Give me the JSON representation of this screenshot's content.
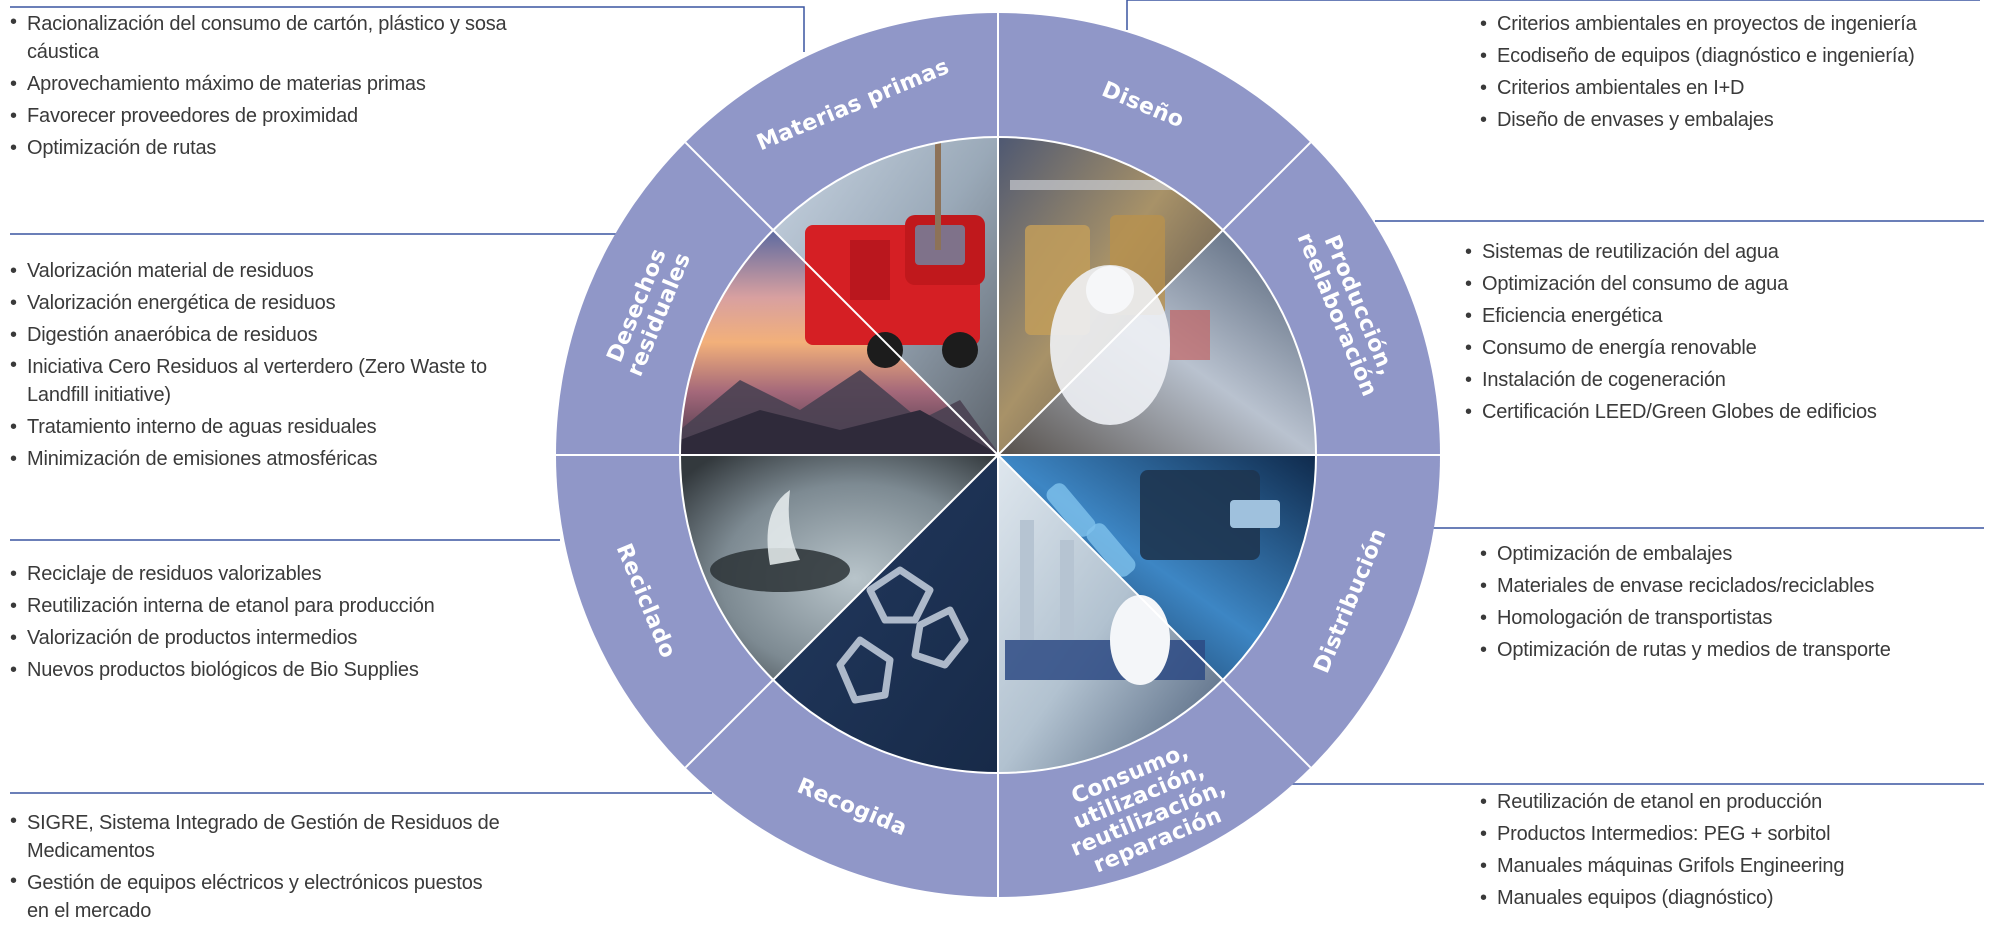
{
  "colors": {
    "ring": "#9097c8",
    "ring_divider": "#ffffff",
    "connector_line": "#3a55a0",
    "text": "#3a3a3a",
    "label_text": "#ffffff"
  },
  "segments": [
    {
      "id": "materias-primas",
      "label": "Materias primas",
      "lines": [
        "Materias primas"
      ],
      "photo": "red-truck-icon"
    },
    {
      "id": "diseno",
      "label": "Diseño",
      "lines": [
        "Diseño"
      ],
      "photo": "lab-bags-icon"
    },
    {
      "id": "produccion",
      "label": "Producción, reelaboración",
      "lines": [
        "Producción,",
        "reelaboración"
      ],
      "photo": "lab-worker-icon"
    },
    {
      "id": "distribucion",
      "label": "Distribución",
      "lines": [
        "Distribución"
      ],
      "photo": "machine-vials-icon"
    },
    {
      "id": "consumo",
      "label": "Consumo, utilización, reutilización, reparación",
      "lines": [
        "Consumo,",
        "utilización,",
        "reutilización,",
        "reparación"
      ],
      "photo": "laboratory-icon"
    },
    {
      "id": "recogida",
      "label": "Recogida",
      "lines": [
        "Recogida"
      ],
      "photo": "recycle-symbol-icon"
    },
    {
      "id": "reciclado",
      "label": "Reciclado",
      "lines": [
        "Reciclado"
      ],
      "photo": "water-splash-icon"
    },
    {
      "id": "desechos",
      "label": "Desechos residuales",
      "lines": [
        "Desechos",
        "residuales"
      ],
      "photo": "mountain-sunset-icon"
    }
  ],
  "blocks": {
    "materias_primas": [
      "Racionalización del consumo de cartón, plástico y sosa cáustica",
      "Aprovechamiento máximo de materias primas",
      "Favorecer proveedores de proximidad",
      "Optimización de rutas"
    ],
    "diseno": [
      "Criterios ambientales en proyectos de ingeniería",
      "Ecodiseño de equipos (diagnóstico e ingeniería)",
      "Criterios ambientales en I+D",
      "Diseño de envases y embalajes"
    ],
    "desechos": [
      "Valorización material de residuos",
      "Valorización energética de residuos",
      "Digestión anaeróbica de residuos",
      "Iniciativa Cero Residuos al verterdero (Zero Waste to Landfill initiative)",
      "Tratamiento interno de aguas residuales",
      "Minimización de emisiones atmosféricas"
    ],
    "produccion": [
      "Sistemas de reutilización del agua",
      "Optimización del consumo de agua",
      "Eficiencia energética",
      "Consumo de energía renovable",
      "Instalación de cogeneración",
      "Certificación LEED/Green Globes de edificios"
    ],
    "reciclado": [
      "Reciclaje de residuos valorizables",
      "Reutilización interna de etanol para producción",
      "Valorización de productos intermedios",
      "Nuevos productos biológicos de Bio Supplies"
    ],
    "distribucion": [
      "Optimización de embalajes",
      "Materiales de envase reciclados/reciclables",
      "Homologación de transportistas",
      "Optimización de rutas y medios de transporte"
    ],
    "recogida": [
      "SIGRE, Sistema Integrado de Gestión de Residuos de Medicamentos",
      "Gestión de equipos eléctricos y electrónicos puestos en el mercado"
    ],
    "consumo": [
      "Reutilización de etanol en producción",
      "Productos Intermedios: PEG + sorbitol",
      "Manuales máquinas Grifols Engineering",
      "Manuales equipos (diagnóstico)"
    ]
  }
}
